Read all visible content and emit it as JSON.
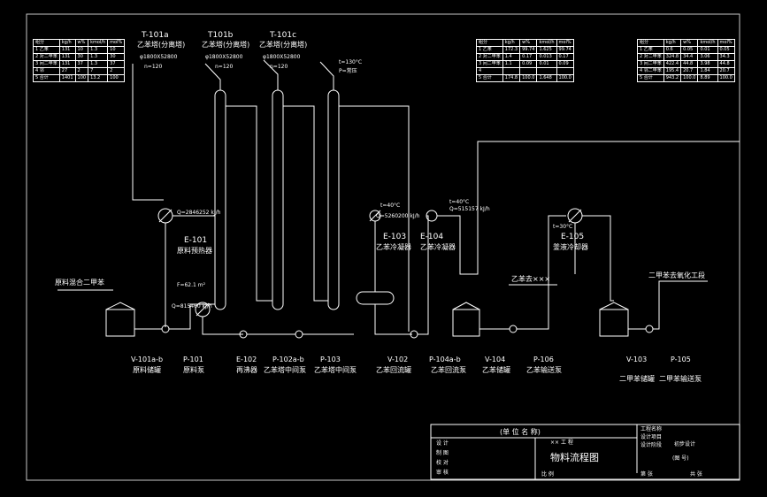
{
  "equipment": {
    "t101a": {
      "tag": "T-101a",
      "name": "乙苯塔(分离塔)",
      "dim": "φ1800X52800",
      "n": "n=120"
    },
    "t101b": {
      "tag": "T101b",
      "name": "乙苯塔(分离塔)",
      "dim": "φ1800X52800",
      "n": "n=120"
    },
    "t101c": {
      "tag": "T-101c",
      "name": "乙苯塔(分离塔)",
      "dim": "φ1800X52800",
      "n": "n=120"
    },
    "e101": {
      "tag": "E-101",
      "name": "原料预热器",
      "area": "F=62.1 m²",
      "duty": "Q=2846252 kJ/h"
    },
    "e103": {
      "tag": "E-103",
      "name": "乙苯冷凝器",
      "duty": "Q=5260200 kJ/h",
      "temp": "t=40°C"
    },
    "e104": {
      "tag": "E-104",
      "name": "乙苯冷凝器",
      "duty": "Q=515157 kJ/h",
      "temp": "t=40°C"
    },
    "e105": {
      "tag": "E-105",
      "name": "釜液冷却器",
      "temp": "t=30°C"
    },
    "e102": {
      "tag": "E-102",
      "name": "再沸器",
      "duty": "Q=815460 kJ/h"
    },
    "v101": {
      "tag": "V-101a-b",
      "name": "原料储罐"
    },
    "p101": {
      "tag": "P-101",
      "name": "原料泵"
    },
    "p102": {
      "tag": "P-102a-b",
      "name": "乙苯塔中间泵"
    },
    "p103": {
      "tag": "P-103",
      "name": "乙苯塔中间泵"
    },
    "v102": {
      "tag": "V-102",
      "name": "乙苯回流罐"
    },
    "p104": {
      "tag": "P-104a-b",
      "name": "乙苯回流泵"
    },
    "v104": {
      "tag": "V-104",
      "name": "乙苯储罐"
    },
    "p106": {
      "tag": "P-106",
      "name": "乙苯输送泵"
    },
    "v103": {
      "tag": "V-103",
      "name": "二甲苯储罐"
    },
    "p105": {
      "tag": "P-105",
      "name": "二甲苯输送泵"
    }
  },
  "streams": {
    "feed": "原料混合二甲苯",
    "ethylbenzene_out": "乙苯去×××",
    "xylene_out": "二甲苯去氧化工段",
    "top_temp": "t=130°C",
    "top_pressure": "P=常压"
  },
  "tables": {
    "left": {
      "header": [
        "组分",
        "kg/h",
        "w%",
        "kmol/h",
        "mol%"
      ],
      "rows": [
        [
          "1  乙苯",
          "131",
          "10",
          "1.3",
          "10"
        ],
        [
          "2  对二甲苯",
          "131",
          "30",
          "1.3",
          "30"
        ],
        [
          "3  间二甲苯",
          "131",
          "37",
          "1.3",
          "37"
        ],
        [
          "4  邻",
          "27",
          "2",
          "7",
          "2"
        ],
        [
          "5  合计",
          "1401",
          "100",
          "13.2",
          "100"
        ]
      ]
    },
    "middle": {
      "header": [
        "组分",
        "kg/h",
        "w%",
        "kmol/h",
        "mol%"
      ],
      "rows": [
        [
          "1  乙苯",
          "172.3",
          "99.74",
          "1.625",
          "99.74"
        ],
        [
          "2  对二甲苯",
          "1.4",
          "0.17",
          "0.013",
          "0.17"
        ],
        [
          "3  间二甲苯",
          "1.1",
          "0.09",
          "0.01",
          "0.09"
        ],
        [
          "4",
          "",
          "",
          "",
          ""
        ],
        [
          "5  合计",
          "174.8",
          "100.0",
          "1.648",
          "100.0"
        ]
      ]
    },
    "right": {
      "header": [
        "组分",
        "kg/h",
        "w%",
        "kmol/h",
        "mol%"
      ],
      "rows": [
        [
          "1  乙苯",
          "0.6",
          "0.05",
          "0.01",
          "0.05"
        ],
        [
          "2  对二甲苯",
          "324.8",
          "34.4",
          "3.06",
          "34.3"
        ],
        [
          "3  间二甲苯",
          "422.4",
          "44.8",
          "3.98",
          "44.8"
        ],
        [
          "4  邻二甲苯",
          "195.4",
          "20.7",
          "1.84",
          "20.7"
        ],
        [
          "5  合计",
          "943.2",
          "100.0",
          "8.89",
          "100.0"
        ]
      ]
    }
  },
  "title_block": {
    "unit": "(单 位 名 称)",
    "subtitle": "×× 工 程",
    "drawing_title": "物料流程图",
    "design_stage": "初步设计",
    "drawing_no": "(图 号)",
    "rows_left": [
      "设 计",
      "制 图",
      "校 对",
      "审 核"
    ],
    "rows_right": [
      "工程名称",
      "设计项目",
      "设计阶段"
    ],
    "bottom": [
      "比 例",
      "",
      "第 张",
      "共 张"
    ]
  }
}
